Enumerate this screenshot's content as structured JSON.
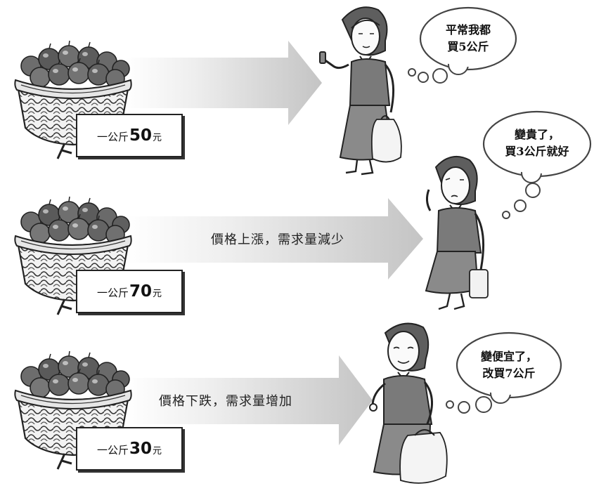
{
  "rows": [
    {
      "price": {
        "unit": "一公斤",
        "number": "50",
        "currency": "元"
      },
      "caption": "",
      "thought": [
        "平常我都",
        "買5公斤"
      ]
    },
    {
      "price": {
        "unit": "一公斤",
        "number": "70",
        "currency": "元"
      },
      "caption": "價格上漲，需求量減少",
      "thought": [
        "變貴了，",
        "買3公斤就好"
      ]
    },
    {
      "price": {
        "unit": "一公斤",
        "number": "30",
        "currency": "元"
      },
      "caption": "價格下跌，需求量增加",
      "thought": [
        "變便宜了，",
        "改買7公斤"
      ]
    }
  ]
}
